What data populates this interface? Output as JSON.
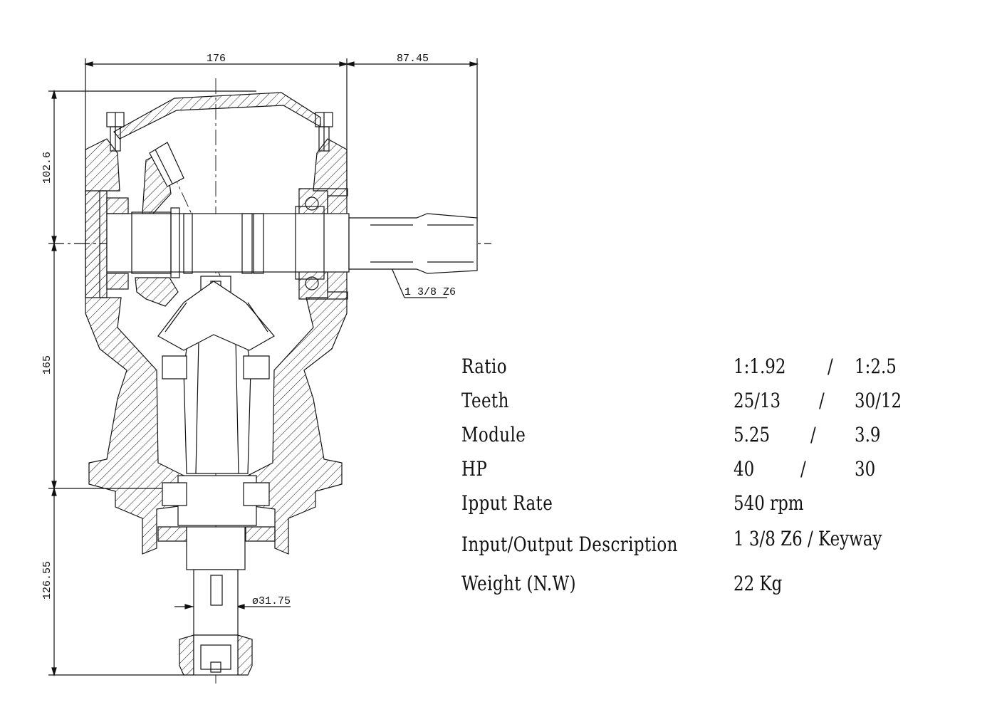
{
  "dimensions": {
    "width_top": "176",
    "width_shaft": "87.45",
    "height_upper": "102.6",
    "height_mid": "165",
    "height_lower": "126.55",
    "shaft_diameter": "ø31.75",
    "spline_note": "1 3/8 Z6"
  },
  "specs": [
    {
      "label": "Ratio",
      "v1": "1:1.92",
      "sep": "/",
      "v2": "1:2.5"
    },
    {
      "label": "Teeth",
      "v1": "25/13",
      "sep": "/",
      "v2": "30/12"
    },
    {
      "label": "Module",
      "v1": "5.25",
      "sep": "/",
      "v2": "3.9"
    },
    {
      "label": "HP",
      "v1": "40",
      "sep": "/",
      "v2": "30"
    },
    {
      "label": "Ipput Rate",
      "v1": "540 rpm",
      "sep": "",
      "v2": ""
    },
    {
      "label": "Input/Output Description",
      "v1": "1 3/8 Z6 / Keyway",
      "sep": "",
      "v2": ""
    },
    {
      "label": "Weight (N.W)",
      "v1": "22 Kg",
      "sep": "",
      "v2": ""
    }
  ],
  "colors": {
    "ink": "#111111",
    "background": "#ffffff"
  }
}
